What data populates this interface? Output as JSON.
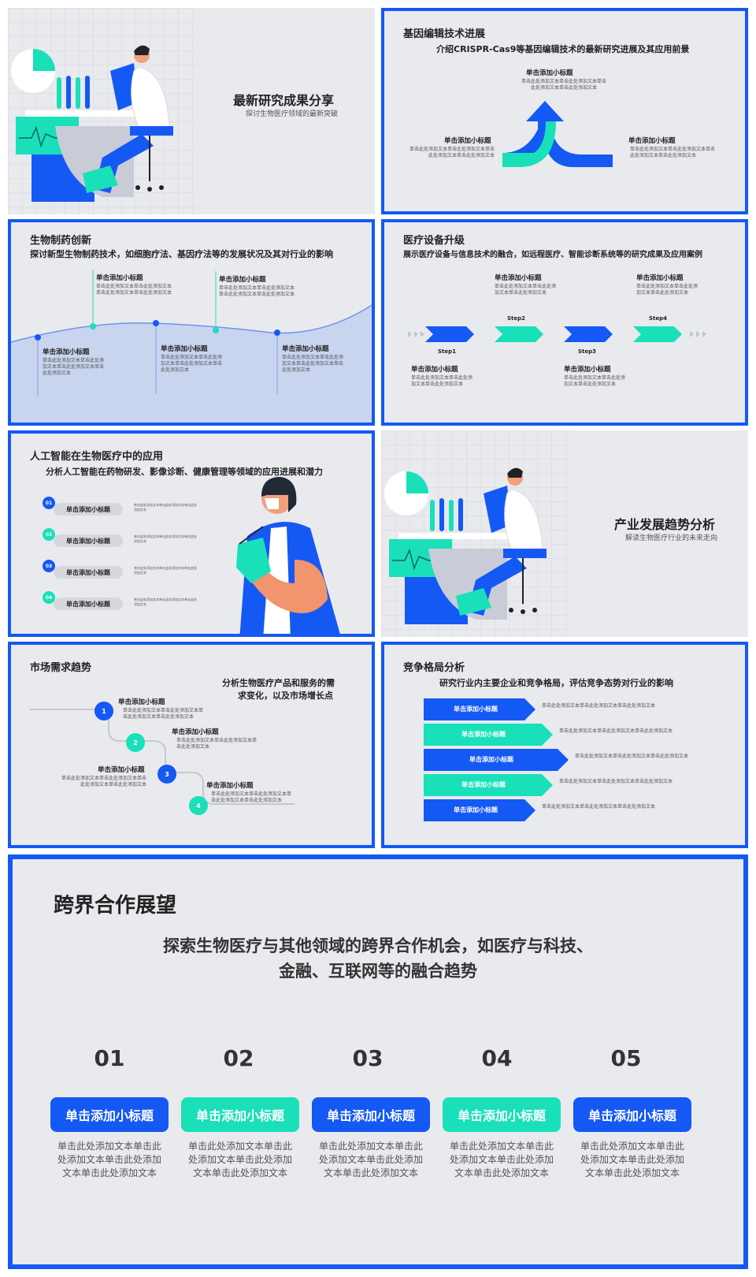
{
  "colors": {
    "blue": "#1559f4",
    "teal": "#19e0b9",
    "bg": "#e9eaee",
    "dark": "#222222"
  },
  "slide1": {
    "title": "最新研究成果分享",
    "subtitle": "探讨生物医疗领域的最新突破"
  },
  "slide2": {
    "title": "基因编辑技术进展",
    "subtitle": "介绍CRISPR-Cas9等基因编辑技术的最新研究进展及其应用前景",
    "top": {
      "heading": "单击添加小标题",
      "text": "单击此处添加文本单击此处添加文本单击此处添加文本单击此处添加文本"
    },
    "left": {
      "heading": "单击添加小标题",
      "text": "单击此处添加文本单击此处添加文本单击此处添加文本单击此处添加文本"
    },
    "right": {
      "heading": "单击添加小标题",
      "text": "单击此处添加文本单击此处添加文本单击此处添加文本单击此处添加文本"
    }
  },
  "slide3": {
    "title": "生物制药创新",
    "subtitle": "探讨新型生物制药技术，如细胞疗法、基因疗法等的发展状况及其对行业的影响",
    "items": [
      {
        "heading": "单击添加小标题",
        "text": "单击此处添加文本单击此处添加文本单击此处添加文本单击此处添加文本"
      },
      {
        "heading": "单击添加小标题",
        "text": "单击此处添加文本单击此处添加文本单击此处添加文本单击此处添加文本"
      },
      {
        "heading": "单击添加小标题",
        "text": "单击此处添加文本单击此处添加文本单击此处添加文本单击此处添加文本"
      },
      {
        "heading": "单击添加小标题",
        "text": "单击此处添加文本单击此处添加文本单击此处添加文本单击此处添加文本"
      },
      {
        "heading": "单击添加小标题",
        "text": "单击此处添加文本单击此处添加文本单击此处添加文本单击此处添加文本"
      }
    ]
  },
  "slide4": {
    "title": "医疗设备升级",
    "subtitle": "展示医疗设备与信息技术的融合，如远程医疗、智能诊断系统等的研究成果及应用案例",
    "steps": [
      "Step1",
      "Step2",
      "Step3",
      "Step4"
    ],
    "items": [
      {
        "heading": "单击添加小标题",
        "text": "单击此处添加文本单击此处添加文本单击此处添加文本"
      },
      {
        "heading": "单击添加小标题",
        "text": "单击此处添加文本单击此处添加文本单击此处添加文本"
      },
      {
        "heading": "单击添加小标题",
        "text": "单击此处添加文本单击此处添加文本单击此处添加文本"
      },
      {
        "heading": "单击添加小标题",
        "text": "单击此处添加文本单击此处添加文本单击此处添加文本"
      }
    ]
  },
  "slide5": {
    "title": "人工智能在生物医疗中的应用",
    "subtitle": "分析人工智能在药物研发、影像诊断、健康管理等领域的应用进展和潜力",
    "items": [
      {
        "num": "01",
        "label": "单击添加小标题",
        "text": "单击此处添加文本单击此处添加文本单击此处添加文本"
      },
      {
        "num": "02",
        "label": "单击添加小标题",
        "text": "单击此处添加文本单击此处添加文本单击此处添加文本"
      },
      {
        "num": "03",
        "label": "单击添加小标题",
        "text": "单击此处添加文本单击此处添加文本单击此处添加文本"
      },
      {
        "num": "04",
        "label": "单击添加小标题",
        "text": "单击此处添加文本单击此处添加文本单击此处添加文本"
      }
    ]
  },
  "slide6": {
    "title": "产业发展趋势分析",
    "subtitle": "解读生物医疗行业的未来走向"
  },
  "slide7": {
    "title": "市场需求趋势",
    "subtitle_line1": "分析生物医疗产品和服务的需",
    "subtitle_line2": "求变化，以及市场增长点",
    "items": [
      {
        "num": "1",
        "heading": "单击添加小标题",
        "text": "单击此处添加文本单击此处添加文本单击此处添加文本单击此处添加文本"
      },
      {
        "num": "2",
        "heading": "单击添加小标题",
        "text": "单击此处添加文本单击此处添加文本单击此处添加文本"
      },
      {
        "num": "3",
        "heading": "单击添加小标题",
        "text": "单击此处添加文本单击此处添加文本单击此处添加文本单击此处添加文本"
      },
      {
        "num": "4",
        "heading": "单击添加小标题",
        "text": "单击此处添加文本单击此处添加文本单击此处添加文本单击此处添加文本"
      }
    ]
  },
  "slide8": {
    "title": "竞争格局分析",
    "subtitle": "研究行业内主要企业和竞争格局，评估竞争态势对行业的影响",
    "items": [
      {
        "label": "单击添加小标题",
        "text": "单击此处添加文本单击此处添加文本单击此处添加文本"
      },
      {
        "label": "单击添加小标题",
        "text": "单击此处添加文本单击此处添加文本单击此处添加文本"
      },
      {
        "label": "单击添加小标题",
        "text": "单击此处添加文本单击此处添加文本单击此处添加文本"
      },
      {
        "label": "单击添加小标题",
        "text": "单击此处添加文本单击此处添加文本单击此处添加文本"
      },
      {
        "label": "单击添加小标题",
        "text": "单击此处添加文本单击此处添加文本单击此处添加文本"
      }
    ]
  },
  "slide9": {
    "title": "跨界合作展望",
    "subtitle_line1": "探索生物医疗与其他领域的跨界合作机会，如医疗与科技、",
    "subtitle_line2": "金融、互联网等的融合趋势",
    "items": [
      {
        "num": "01",
        "label": "单击添加小标题",
        "text": "单击此处添加文本单击此处添加文本单击此处添加文本单击此处添加文本"
      },
      {
        "num": "02",
        "label": "单击添加小标题",
        "text": "单击此处添加文本单击此处添加文本单击此处添加文本单击此处添加文本"
      },
      {
        "num": "03",
        "label": "单击添加小标题",
        "text": "单击此处添加文本单击此处添加文本单击此处添加文本单击此处添加文本"
      },
      {
        "num": "04",
        "label": "单击添加小标题",
        "text": "单击此处添加文本单击此处添加文本单击此处添加文本单击此处添加文本"
      },
      {
        "num": "05",
        "label": "单击添加小标题",
        "text": "单击此处添加文本单击此处添加文本单击此处添加文本单击此处添加文本"
      }
    ]
  }
}
